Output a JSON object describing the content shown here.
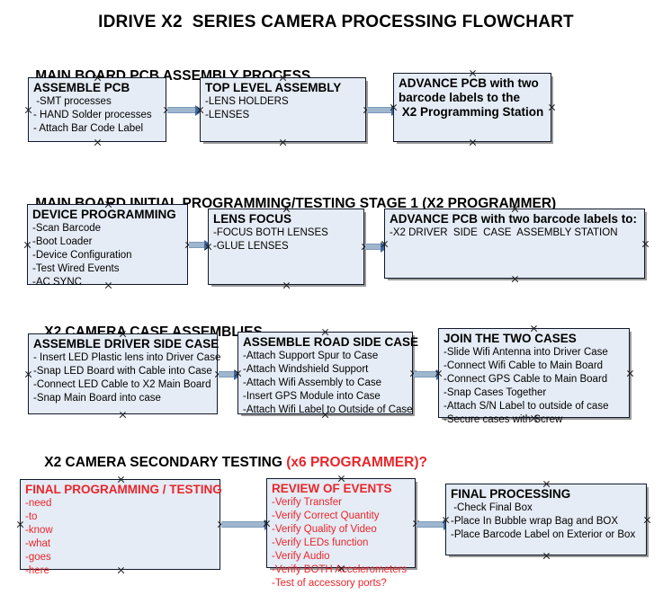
{
  "document": {
    "title": "IDRIVE X2  SERIES CAMERA PROCESSING FLOWCHART"
  },
  "colors": {
    "box_fill": "#e6ecf5",
    "box_border": "#11182b",
    "red_text": "#e8262b",
    "arrow_line": "#9fb6cf",
    "arrow_head": "#41689e",
    "shadow": "#9a9a9a"
  },
  "sections": [
    {
      "heading": "MAIN BOARD PCB ASSEMBLY PROCESS",
      "heading_suffix": "",
      "boxes": [
        {
          "header": "ASSEMBLE PCB",
          "lines": [
            " -SMT processes",
            "- HAND Solder processes",
            "- Attach Bar Code Label"
          ]
        },
        {
          "header": "TOP LEVEL ASSEMBLY",
          "lines": [
            "-LENS HOLDERS",
            "-LENSES"
          ]
        },
        {
          "header": "ADVANCE PCB with two",
          "lines": [
            "barcode labels to the",
            " X2 Programming Station"
          ]
        }
      ]
    },
    {
      "heading": "MAIN BOARD INITIAL PROGRAMMING/TESTING STAGE 1 (X2 PROGRAMMER)",
      "heading_suffix": "",
      "boxes": [
        {
          "header": "DEVICE PROGRAMMING",
          "lines": [
            "-Scan Barcode",
            "-Boot Loader",
            "-Device Configuration",
            "-Test Wired Events",
            "-AC SYNC"
          ]
        },
        {
          "header": "LENS FOCUS",
          "lines": [
            "-FOCUS BOTH LENSES",
            "-GLUE LENSES"
          ]
        },
        {
          "header": "ADVANCE PCB with two barcode labels to:",
          "lines": [
            "-X2 DRIVER  SIDE  CASE  ASSEMBLY STATION"
          ]
        }
      ]
    },
    {
      "heading": "X2 CAMERA CASE ASSEMBLIES",
      "heading_suffix": "",
      "boxes": [
        {
          "header": "ASSEMBLE DRIVER SIDE CASE",
          "lines": [
            "- Insert LED Plastic lens into Driver Case",
            "-Snap LED Board with Cable into Case",
            "-Connect LED Cable to X2 Main Board",
            "-Snap Main Board into case"
          ]
        },
        {
          "header": "ASSEMBLE ROAD SIDE CASE",
          "lines": [
            "-Attach Support Spur to Case",
            "-Attach Windshield Support",
            "-Attach Wifi Assembly to Case",
            "-Insert GPS Module into Case",
            "-Attach Wifi Label to Outside of Case"
          ]
        },
        {
          "header": "JOIN THE TWO CASES",
          "lines": [
            "-Slide Wifi Antenna into Driver Case",
            "-Connect Wifi Cable to Main Board",
            "-Connect GPS Cable to Main Board",
            "-Snap Cases Together",
            "-Attach S/N Label to outside of case",
            "-Secure cases with Screw"
          ]
        }
      ]
    },
    {
      "heading": "X2 CAMERA SECONDARY TESTING ",
      "heading_suffix": "(x6 PROGRAMMER)?",
      "boxes": [
        {
          "header": "FINAL PROGRAMMING / TESTING",
          "lines": [
            "-need",
            "-to",
            "-know",
            "-what",
            "-goes",
            "-here"
          ]
        },
        {
          "header": "REVIEW OF EVENTS",
          "lines": [
            "-Verify Transfer",
            "-Verify Correct Quantity",
            "-Verify Quality of Video",
            "-Verify LEDs function",
            "-Verify Audio",
            "-Verify BOTH Accelerometers",
            "-Test of accessory ports?"
          ]
        },
        {
          "header": "FINAL PROCESSING",
          "lines": [
            " -Check Final Box",
            "-Place In Bubble wrap Bag and BOX",
            "-Place Barcode Label on Exterior or Box"
          ]
        }
      ]
    }
  ]
}
